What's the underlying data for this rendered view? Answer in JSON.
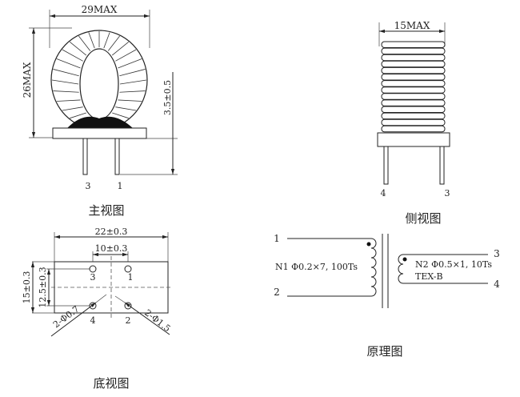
{
  "main_view": {
    "caption": "主视图",
    "width_dim": "29MAX",
    "height_dim": "26MAX",
    "pin_dim": "3.5±0.5",
    "pin_labels": [
      "3",
      "1"
    ]
  },
  "side_view": {
    "caption": "侧视图",
    "width_dim": "15MAX",
    "pin_labels": [
      "4",
      "3"
    ]
  },
  "bottom_view": {
    "caption": "底视图",
    "width_dim": "22±0.3",
    "pin_spacing_dim": "10±0.3",
    "height_dim": "15±0.3",
    "row_spacing_dim": "12.5±0.3",
    "hole_small": "2-Φ0.7",
    "hole_large": "2-Φ1.5",
    "pin_labels": [
      "3",
      "1",
      "4",
      "2"
    ]
  },
  "schematic": {
    "caption": "原理图",
    "primary_terminals": [
      "1",
      "2"
    ],
    "primary_winding": "N1  Φ0.2×7, 100Ts",
    "secondary_terminals": [
      "3",
      "4"
    ],
    "secondary_winding": "N2  Φ0.5×1, 10Ts",
    "secondary_note": "TEX-B"
  }
}
